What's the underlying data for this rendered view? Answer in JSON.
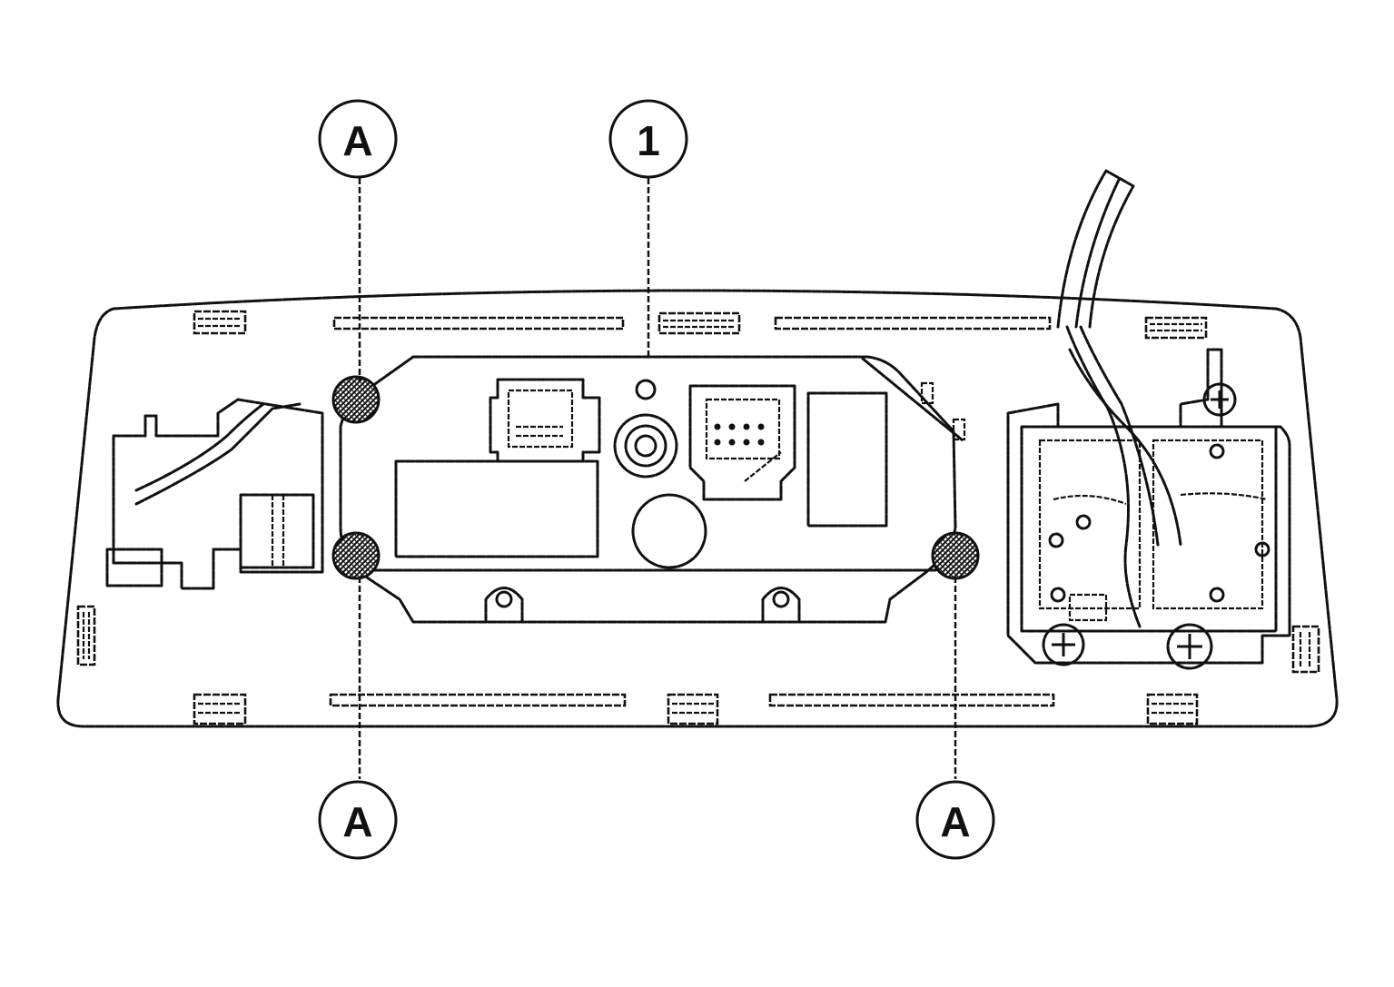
{
  "callouts": {
    "part_1": "1",
    "adhesive_top_left": "A",
    "adhesive_bottom_left": "A",
    "adhesive_bottom_right": "A"
  },
  "icons": [
    "screw-icon",
    "connector-icon",
    "lamp-socket-icon",
    "adhesive-spot-icon"
  ],
  "colors": {
    "line": "#111111",
    "background": "#ffffff"
  }
}
